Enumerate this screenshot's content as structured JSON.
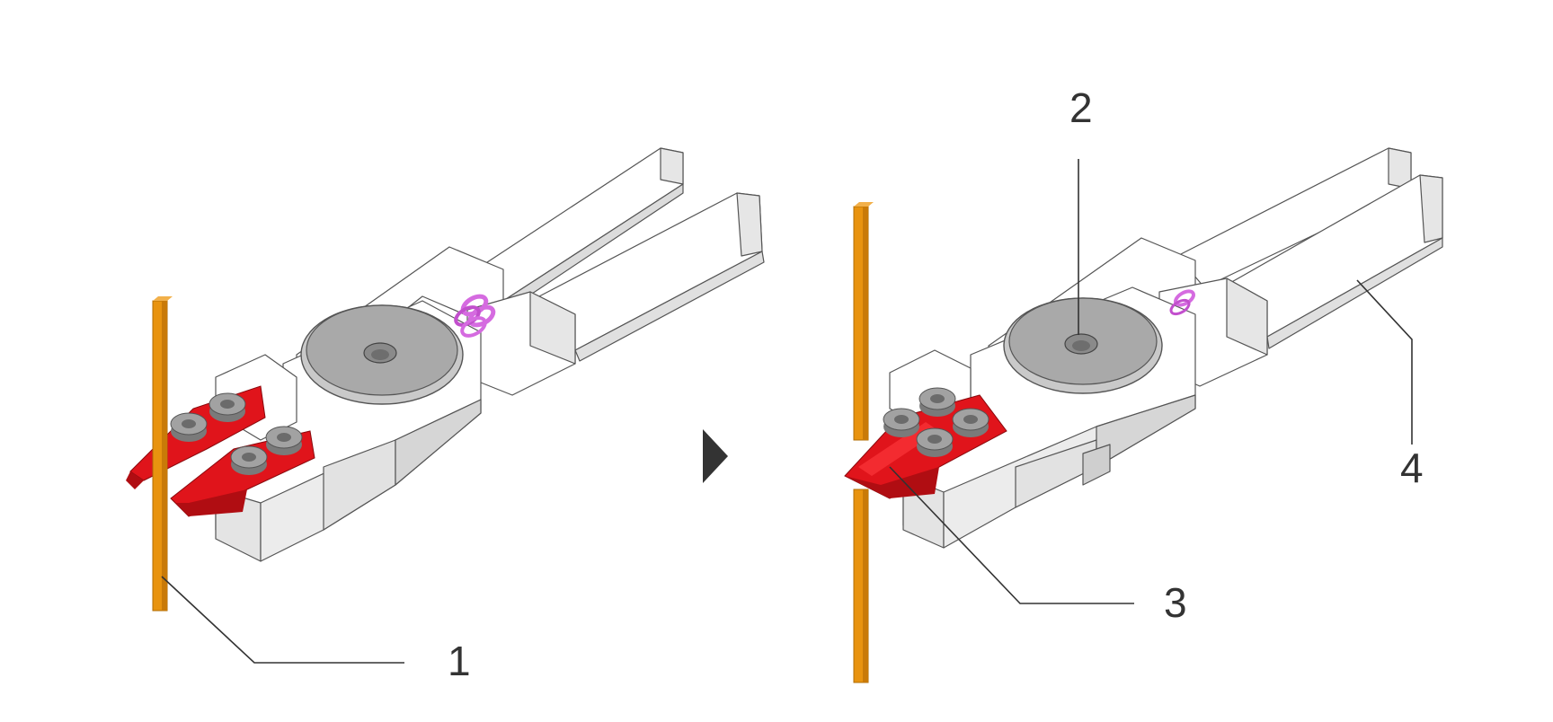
{
  "figure": {
    "callouts": [
      {
        "id": "callout-1",
        "label": "1"
      },
      {
        "id": "callout-2",
        "label": "2"
      },
      {
        "id": "callout-3",
        "label": "3"
      },
      {
        "id": "callout-4",
        "label": "4"
      }
    ],
    "arrow_icon": "play-triangle-icon",
    "colors": {
      "body": "#ffffff",
      "body_shade": "#e6e6e6",
      "body_dark": "#cfcfcf",
      "outline": "#555555",
      "blade": "#e0141b",
      "blade_dark": "#b00d12",
      "wire": "#e8930f",
      "wire_dark": "#b06d06",
      "spring": "#d56be0",
      "screw": "#9a9a9a",
      "screw_dark": "#6e6e6e",
      "callout_text": "#333333",
      "arrow": "#333333"
    }
  }
}
